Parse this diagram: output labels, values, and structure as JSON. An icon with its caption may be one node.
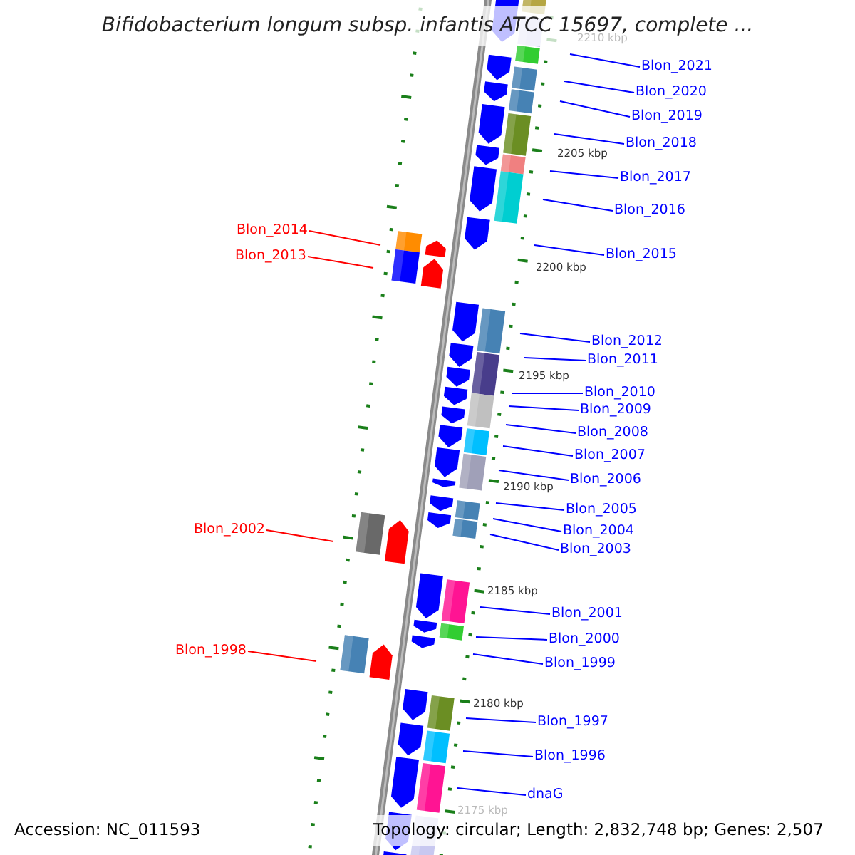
{
  "diagram": {
    "title": "Bifidobacterium longum subsp. infantis ATCC 15697, complete ...",
    "nodes": [
      {
        "text": [
          "Blon_2021"
        ]
      },
      {
        "text": [
          "Blon_2020"
        ]
      },
      {
        "text": [
          "Blon_2019"
        ]
      },
      {
        "text": [
          "Blon_2018"
        ]
      },
      {
        "text": [
          "Blon_2017"
        ]
      },
      {
        "text": [
          "Blon_2016"
        ]
      },
      {
        "text": [
          "Blon_2014"
        ]
      },
      {
        "text": [
          "Blon_2013"
        ]
      },
      {
        "text": [
          "Blon_2015"
        ]
      },
      {
        "text": [
          "Blon_2012"
        ]
      },
      {
        "text": [
          "Blon_2011"
        ]
      },
      {
        "text": [
          "Blon_2010"
        ]
      },
      {
        "text": [
          "Blon_2009"
        ]
      },
      {
        "text": [
          "Blon_2008"
        ]
      },
      {
        "text": [
          "Blon_2007"
        ]
      },
      {
        "text": [
          "Blon_2006"
        ]
      },
      {
        "text": [
          "Blon_2005"
        ]
      },
      {
        "text": [
          "Blon_2004"
        ]
      },
      {
        "text": [
          "Blon_2002"
        ]
      },
      {
        "text": [
          "Blon_2003"
        ]
      },
      {
        "text": [
          "Blon_2001"
        ]
      },
      {
        "text": [
          "Blon_2000"
        ]
      },
      {
        "text": [
          "Blon_1998"
        ]
      },
      {
        "text": [
          "Blon_1999"
        ]
      },
      {
        "text": [
          "Blon_1997"
        ]
      },
      {
        "text": [
          "Blon_1996"
        ]
      },
      {
        "text": [
          "dnaG"
        ]
      }
    ],
    "edges": [
      {
        "from": 0,
        "to": null,
        "arrow": "none"
      },
      {
        "from": 1,
        "to": null,
        "arrow": "none"
      },
      {
        "from": 2,
        "to": null,
        "arrow": "none"
      },
      {
        "from": 3,
        "to": null,
        "arrow": "none"
      },
      {
        "from": 4,
        "to": null,
        "arrow": "none"
      },
      {
        "from": 5,
        "to": null,
        "arrow": "none"
      },
      {
        "from": 6,
        "to": null,
        "arrow": "none",
        "color": "#ff0000"
      },
      {
        "from": 7,
        "to": null,
        "arrow": "none",
        "color": "#ff0000"
      },
      {
        "from": 8,
        "to": null,
        "arrow": "none"
      },
      {
        "from": 9,
        "to": null,
        "arrow": "none"
      },
      {
        "from": 10,
        "to": null,
        "arrow": "none"
      },
      {
        "from": 11,
        "to": null,
        "arrow": "none"
      },
      {
        "from": 12,
        "to": null,
        "arrow": "none"
      },
      {
        "from": 13,
        "to": null,
        "arrow": "none"
      },
      {
        "from": 14,
        "to": null,
        "arrow": "none"
      },
      {
        "from": 15,
        "to": null,
        "arrow": "none"
      },
      {
        "from": 16,
        "to": null,
        "arrow": "none"
      },
      {
        "from": 17,
        "to": null,
        "arrow": "none"
      },
      {
        "from": 18,
        "to": null,
        "arrow": "none",
        "color": "#ff0000"
      },
      {
        "from": 19,
        "to": null,
        "arrow": "none"
      },
      {
        "from": 20,
        "to": null,
        "arrow": "none"
      },
      {
        "from": 21,
        "to": null,
        "arrow": "none"
      },
      {
        "from": 22,
        "to": null,
        "arrow": "none",
        "color": "#ff0000"
      },
      {
        "from": 23,
        "to": null,
        "arrow": "none"
      },
      {
        "from": 24,
        "to": null,
        "arrow": "none"
      },
      {
        "from": 25,
        "to": null,
        "arrow": "none"
      },
      {
        "from": 26,
        "to": null,
        "arrow": "none"
      }
    ],
    "labels": [
      "2210 kbp",
      "2205 kbp",
      "2200 kbp",
      "2195 kbp",
      "2190 kbp",
      "2185 kbp",
      "2180 kbp",
      "2175 kbp",
      "Accession: NC_011593",
      "Topology: circular; Length: 2,832,748 bp; Genes: 2,507"
    ]
  }
}
